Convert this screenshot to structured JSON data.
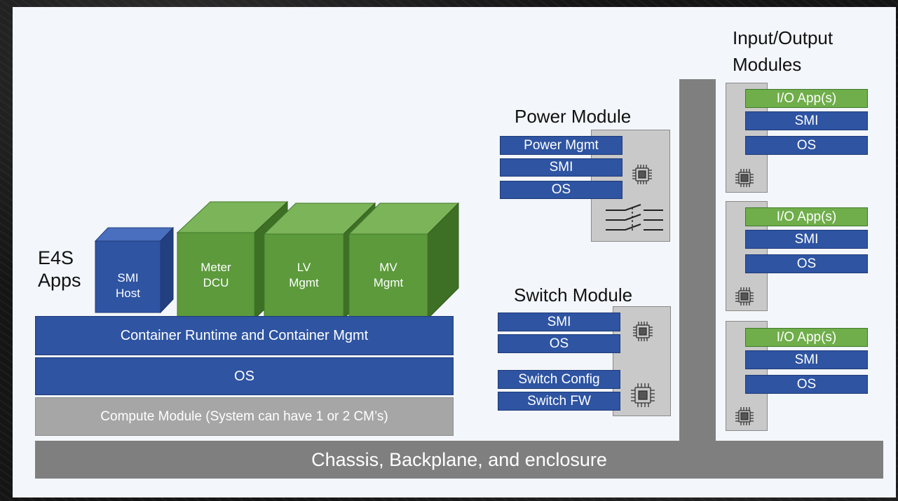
{
  "e4s_label": [
    "E4S",
    "Apps"
  ],
  "apps": {
    "smi_host": [
      "SMI",
      "Host"
    ],
    "meter_dcu": [
      "Meter",
      "DCU"
    ],
    "lv_mgmt": [
      "LV",
      "Mgmt"
    ],
    "mv_mgmt": [
      "MV",
      "Mgmt"
    ]
  },
  "stack": {
    "container": "Container Runtime and Container Mgmt",
    "os": "OS",
    "compute": "Compute Module (System can have 1 or 2 CM’s)"
  },
  "chassis": "Chassis, Backplane, and enclosure",
  "power_module": {
    "title": "Power Module",
    "layers": [
      "Power Mgmt",
      "SMI",
      "OS"
    ]
  },
  "switch_module": {
    "title": "Switch Module",
    "layers": [
      "SMI",
      "OS"
    ],
    "layers2": [
      "Switch Config",
      "Switch FW"
    ]
  },
  "io_modules": {
    "title": [
      "Input/Output",
      "Modules"
    ],
    "cards": [
      {
        "app": "I/O App(s)",
        "smi": "SMI",
        "os": "OS"
      },
      {
        "app": "I/O App(s)",
        "smi": "SMI",
        "os": "OS"
      },
      {
        "app": "I/O App(s)",
        "smi": "SMI",
        "os": "OS"
      }
    ]
  },
  "colors": {
    "blue": "#2e54a2",
    "green": "#5c9a3c",
    "light_green": "#6fae4a",
    "gray": "#a6a6a6",
    "dark_gray": "#7f7f7f"
  },
  "icons": [
    "chip-icon",
    "switch-icon"
  ]
}
